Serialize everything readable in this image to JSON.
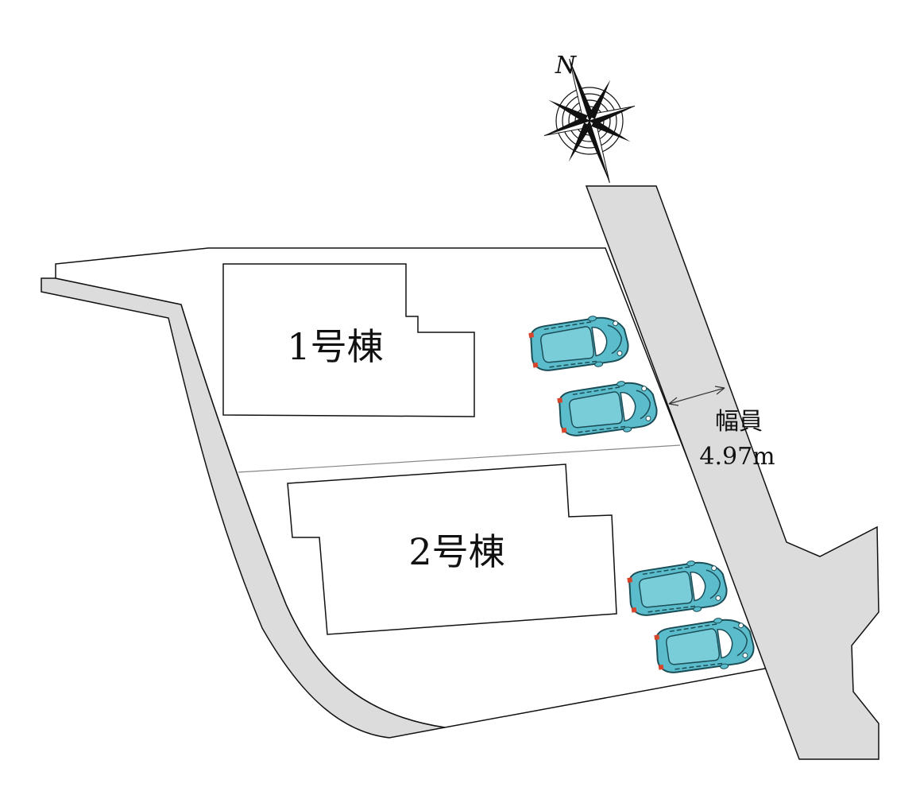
{
  "site_plan": {
    "buildings": [
      {
        "label": "1号棟"
      },
      {
        "label": "2号棟"
      }
    ],
    "road": {
      "width_label": "幅員",
      "width_value": "4.97m"
    },
    "compass": {
      "north": "N"
    },
    "parking_spaces": 4
  },
  "colors": {
    "road_fill": "#dcdcdc",
    "car_body": "#5bbccc",
    "car_roof": "#79cdd9",
    "line": "#111111"
  }
}
